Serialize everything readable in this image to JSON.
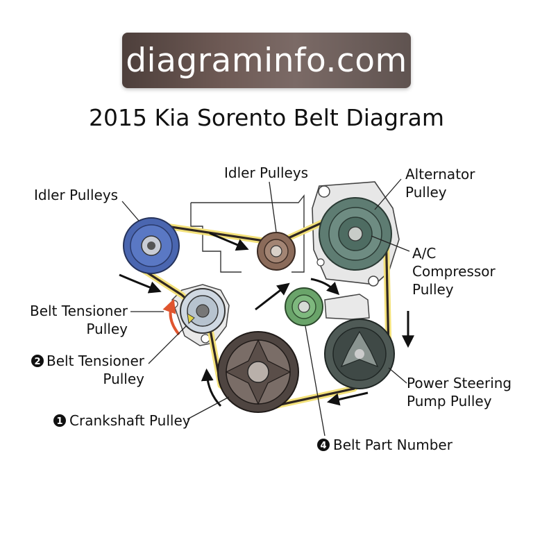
{
  "banner": {
    "text": "diagraminfo.com"
  },
  "title": "2015 Kia Sorento Belt Diagram",
  "labels": {
    "idler_top_left": "Idler Pulleys",
    "idler_center": "Idler Pulleys",
    "alternator": [
      "Alternator",
      "Pulley"
    ],
    "ac_compressor": [
      "A/C",
      "Compressor",
      "Pulley"
    ],
    "belt_tensioner": [
      "Belt Tensioner",
      "Pulley"
    ],
    "belt_tensioner_2": [
      "Belt Tensioner",
      "Pulley"
    ],
    "crankshaft": "Crankshaft Pulley",
    "power_steering": [
      "Power Steering",
      "Pump Pulley"
    ],
    "belt_part_number": "Belt Part Number"
  },
  "badges": {
    "crankshaft": "1",
    "tensioner": "2",
    "part_number": "4"
  },
  "colors": {
    "belt": "#2f2622",
    "belt_glow": "#f3e17a",
    "idler_blue": "#4a66b0",
    "idler_brown": "#8b6b5a",
    "alternator": "#5e7c72",
    "green_idler": "#6aa46a",
    "crank": "#4f4541",
    "power_steering": "#4f5a56",
    "arrow": "#111111",
    "tensioner_arrow": "#e0552e"
  }
}
